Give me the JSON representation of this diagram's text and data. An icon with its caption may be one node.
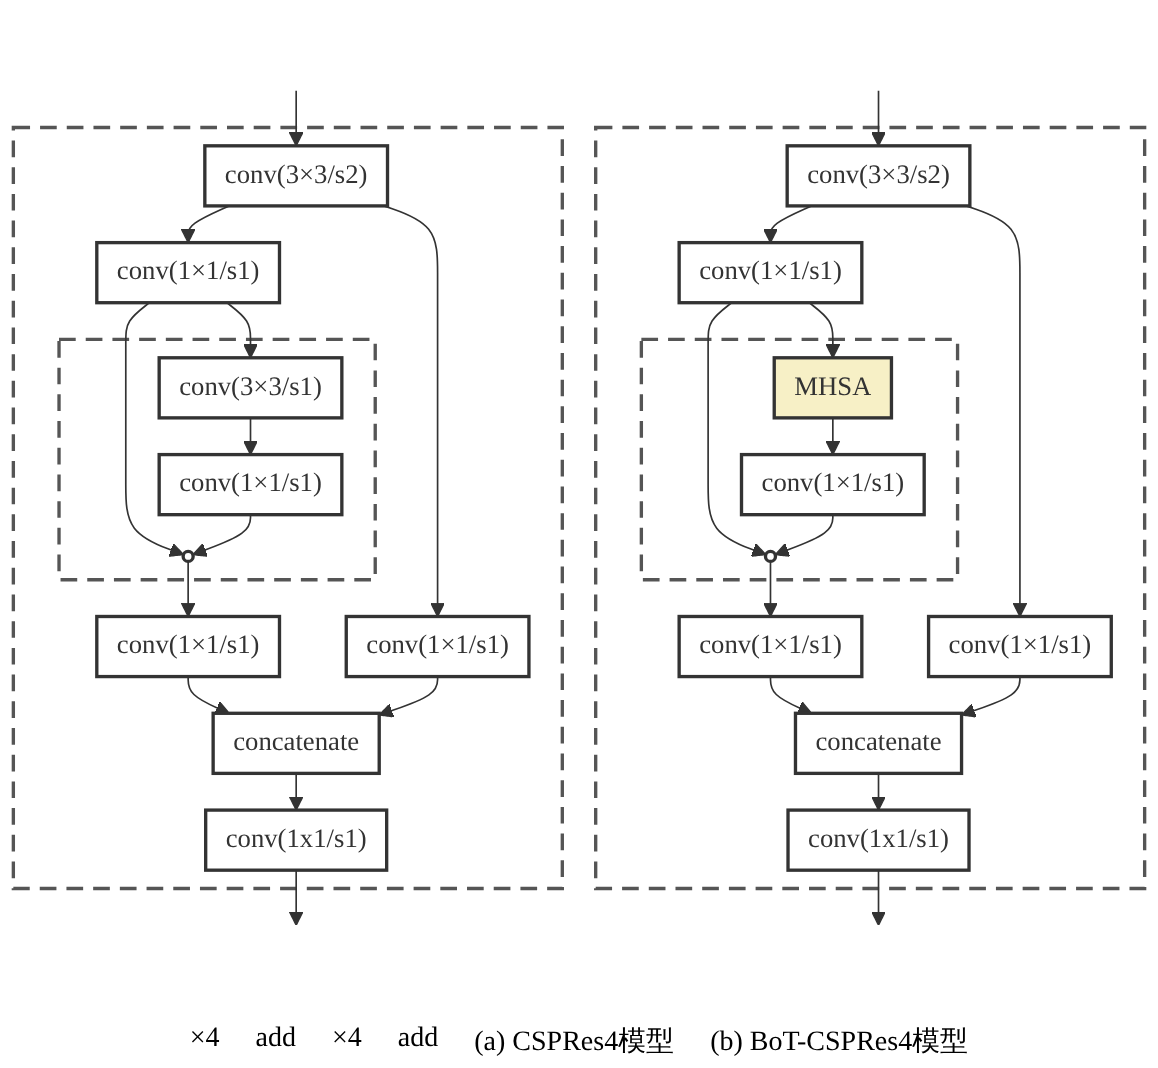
{
  "diagram": {
    "nodes": [
      {
        "text": [],
        "shape": "box"
      },
      {
        "text": [
          "conv(3×3/s2)"
        ],
        "in": 0
      },
      {
        "text": [
          "conv(1×1/s1)"
        ],
        "in": 0
      },
      {
        "text": [],
        "shape": "box",
        "in": 0
      },
      {
        "text": [
          "conv(3×3/s1)"
        ],
        "in": 3
      },
      {
        "text": [
          "conv(1×1/s1)"
        ],
        "in": 3
      },
      {
        "text": [],
        "shape": "circle",
        "in": 3
      },
      {
        "text": [
          "conv(1×1/s1)"
        ],
        "in": 0
      },
      {
        "text": [
          "conv(1×1/s1)"
        ],
        "in": 0
      },
      {
        "text": [
          "concatenate"
        ],
        "in": 0
      },
      {
        "text": [
          "conv(1x1/s1)"
        ],
        "in": 0
      },
      {
        "text": [],
        "shape": "box"
      },
      {
        "text": [
          "conv(3×3/s2)"
        ],
        "in": 11
      },
      {
        "text": [
          "conv(1×1/s1)"
        ],
        "in": 11
      },
      {
        "text": [],
        "shape": "box",
        "in": 11
      },
      {
        "text": [
          "MHSA"
        ],
        "in": 14
      },
      {
        "text": [
          "conv(1×1/s1)"
        ],
        "in": 14
      },
      {
        "text": [],
        "shape": "circle",
        "in": 14
      },
      {
        "text": [
          "conv(1×1/s1)"
        ],
        "in": 11
      },
      {
        "text": [
          "conv(1×1/s1)"
        ],
        "in": 11
      },
      {
        "text": [
          "concatenate"
        ],
        "in": 11
      },
      {
        "text": [
          "conv(1x1/s1)"
        ],
        "in": 11
      }
    ],
    "edges": [
      {
        "from": null,
        "to": 1,
        "arrow": "to"
      },
      {
        "from": 1,
        "to": 2,
        "arrow": "to"
      },
      {
        "from": 1,
        "to": 8,
        "arrow": "to"
      },
      {
        "from": 2,
        "to": 4,
        "arrow": "to"
      },
      {
        "from": 2,
        "to": 6,
        "arrow": "to"
      },
      {
        "from": 4,
        "to": 5,
        "arrow": "to"
      },
      {
        "from": 5,
        "to": 6,
        "arrow": "to"
      },
      {
        "from": 6,
        "to": 7,
        "arrow": "to"
      },
      {
        "from": 7,
        "to": 9,
        "arrow": "to"
      },
      {
        "from": 8,
        "to": 9,
        "arrow": "to"
      },
      {
        "from": 9,
        "to": 10,
        "arrow": "to"
      },
      {
        "from": 10,
        "to": null,
        "arrow": "to"
      },
      {
        "from": null,
        "to": 12,
        "arrow": "to"
      },
      {
        "from": 12,
        "to": 13,
        "arrow": "to"
      },
      {
        "from": 12,
        "to": 19,
        "arrow": "to"
      },
      {
        "from": 13,
        "to": 15,
        "arrow": "to"
      },
      {
        "from": 13,
        "to": 17,
        "arrow": "to"
      },
      {
        "from": 15,
        "to": 16,
        "arrow": "to"
      },
      {
        "from": 16,
        "to": 17,
        "arrow": "to"
      },
      {
        "from": 17,
        "to": 18,
        "arrow": "to"
      },
      {
        "from": 18,
        "to": 20,
        "arrow": "to"
      },
      {
        "from": 19,
        "to": 20,
        "arrow": "to"
      },
      {
        "from": 20,
        "to": 21,
        "arrow": "to"
      },
      {
        "from": 21,
        "to": null,
        "arrow": "to"
      }
    ],
    "labels": [
      "×4",
      "add",
      "×4",
      "add",
      "(a) CSPRes4模型",
      "(b) BoT-CSPRes4模型"
    ]
  }
}
